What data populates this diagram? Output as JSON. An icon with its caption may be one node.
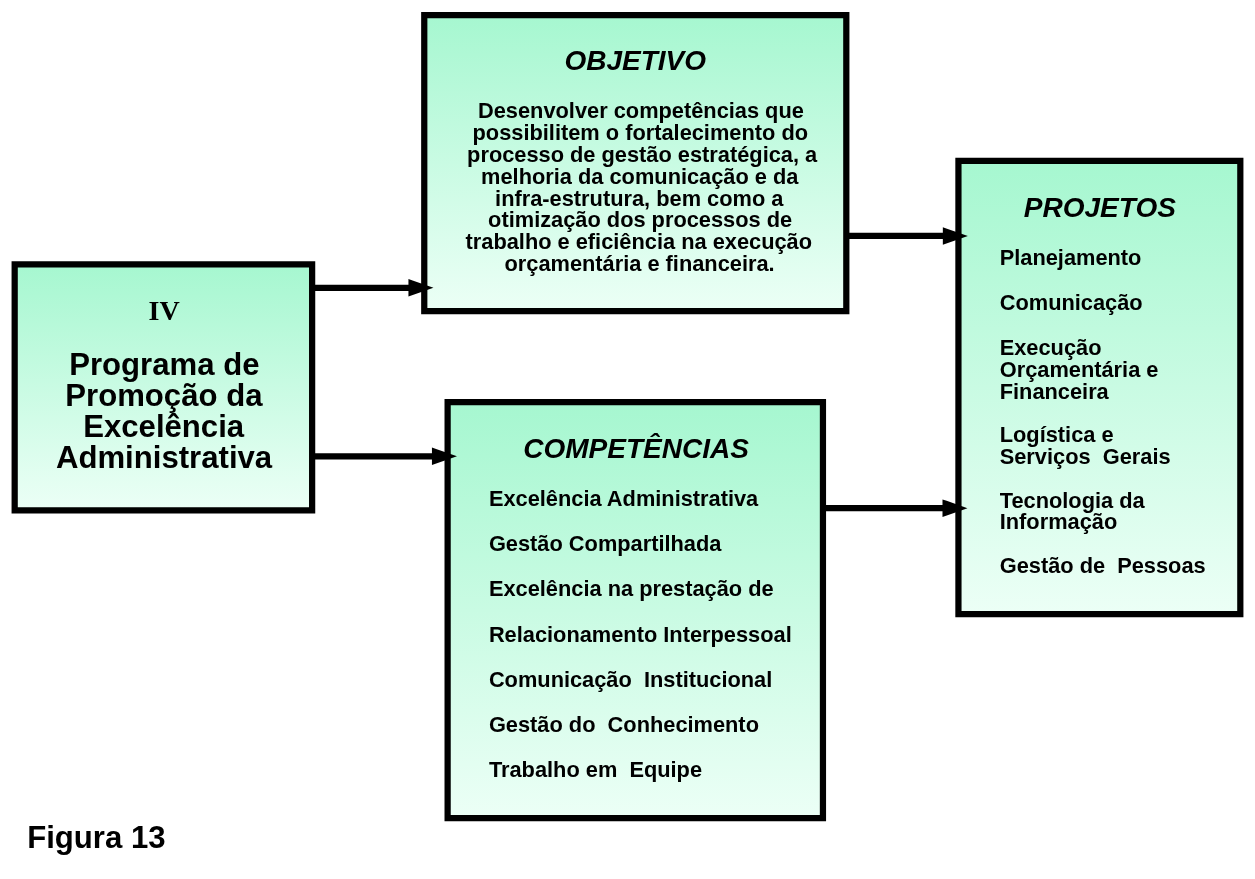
{
  "diagram": {
    "caption": "Figura 13",
    "nodes": [
      {
        "text": [
          "IV",
          "Programa de Promoção da Excelência Administrativa"
        ]
      },
      {
        "text": [
          "OBJETIVO",
          "Desenvolver competências que possibilitem o fortalecimento do processo de gestão estratégica, a melhoria da comunicação e da infra-estrutura, bem como a otimização dos processos de trabalho e eficiência na execução  orçamentária e financeira."
        ]
      },
      {
        "text": [
          "COMPETÊNCIAS",
          "Excelência Administrativa",
          "Gestão Compartilhada",
          "Excelência na prestação de",
          "Relacionamento Interpessoal",
          "Comunicação  Institucional",
          "Gestão do  Conhecimento",
          "Trabalho em  Equipe"
        ]
      },
      {
        "text": [
          "PROJETOS",
          "Planejamento",
          "Comunicação",
          "Execução Orçamentária e Financeira",
          "Logística e Serviços  Gerais",
          "Tecnologia da Informação",
          "Gestão de  Pessoas"
        ]
      }
    ],
    "edges": [
      {
        "from": 0,
        "to": 1,
        "arrow": "to"
      },
      {
        "from": 0,
        "to": 2,
        "arrow": "to"
      },
      {
        "from": 1,
        "to": 3,
        "arrow": "to"
      },
      {
        "from": 2,
        "to": 3,
        "arrow": "to"
      }
    ]
  }
}
